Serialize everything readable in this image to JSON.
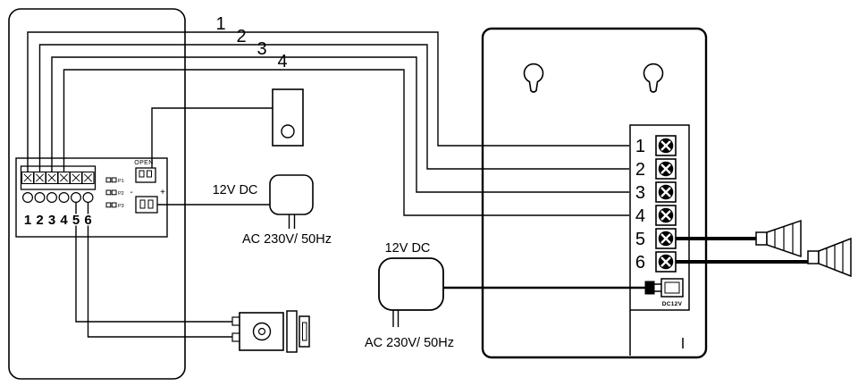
{
  "colors": {
    "ink": "#000000",
    "background": "#ffffff"
  },
  "wires": {
    "labels": [
      "1",
      "2",
      "3",
      "4"
    ]
  },
  "door_station": {
    "terminal_numbers": [
      "1",
      "2",
      "3",
      "4",
      "5",
      "6"
    ],
    "open_label": "OPEN",
    "jumper_labels": [
      "P1",
      "P2",
      "P3"
    ],
    "polarity": {
      "minus": "-",
      "plus": "+"
    }
  },
  "adapter_left": {
    "output": "12V DC",
    "input": "AC 230V/ 50Hz"
  },
  "adapter_bottom": {
    "output": "12V DC",
    "input": "AC 230V/ 50Hz"
  },
  "monitor": {
    "terminal_numbers": [
      "1",
      "2",
      "3",
      "4",
      "5",
      "6"
    ],
    "dc_jack_label": "DC12V"
  }
}
